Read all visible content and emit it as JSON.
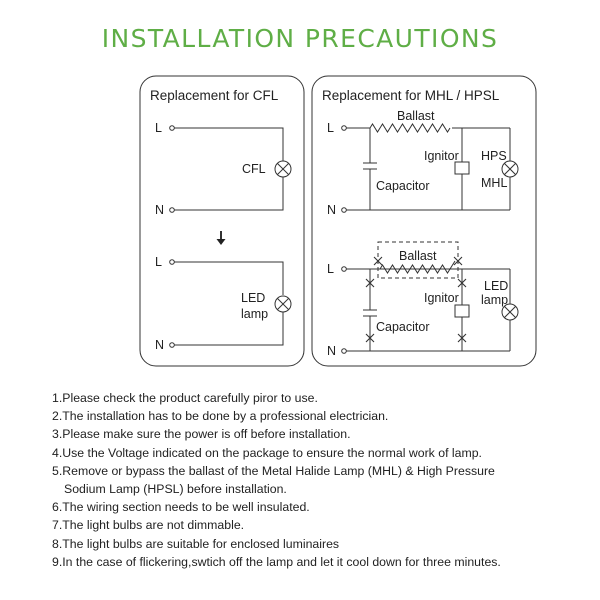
{
  "title": "INSTALLATION PRECAUTIONS",
  "panels": {
    "cfl": {
      "heading": "Replacement for CFL",
      "top": {
        "l": "L",
        "n": "N",
        "lamp": "CFL"
      },
      "bottom": {
        "l": "L",
        "n": "N",
        "lamp_line1": "LED",
        "lamp_line2": "lamp"
      }
    },
    "mhl": {
      "heading": "Replacement for MHL / HPSL",
      "top": {
        "l": "L",
        "n": "N",
        "ballast": "Ballast",
        "ignitor": "Ignitor",
        "capacitor": "Capacitor",
        "lamp_line1": "HPS",
        "lamp_line2": "MHL"
      },
      "bottom": {
        "l": "L",
        "n": "N",
        "ballast": "Ballast",
        "ignitor": "Ignitor",
        "capacitor": "Capacitor",
        "lamp_line1": "LED",
        "lamp_line2": "lamp"
      }
    }
  },
  "notes": [
    {
      "lines": [
        "1.Please check the product carefully piror to use."
      ]
    },
    {
      "lines": [
        "2.The installation has to be done by a professional electrician."
      ]
    },
    {
      "lines": [
        "3.Please make sure the power is off before installation."
      ]
    },
    {
      "lines": [
        "4.Use the Voltage indicated on the package to ensure the normal work of lamp."
      ]
    },
    {
      "lines": [
        "5.Remove or bypass the ballast of the Metal Halide Lamp (MHL) & High Pressure",
        "Sodium Lamp (HPSL) before installation."
      ]
    },
    {
      "lines": [
        "6.The wiring section needs to be well insulated."
      ]
    },
    {
      "lines": [
        "7.The light bulbs are not dimmable."
      ]
    },
    {
      "lines": [
        "8.The light bulbs are suitable for enclosed luminaires"
      ]
    },
    {
      "lines": [
        "9.In the case of flickering,swtich off the lamp and let it cool down for three minutes."
      ]
    }
  ]
}
